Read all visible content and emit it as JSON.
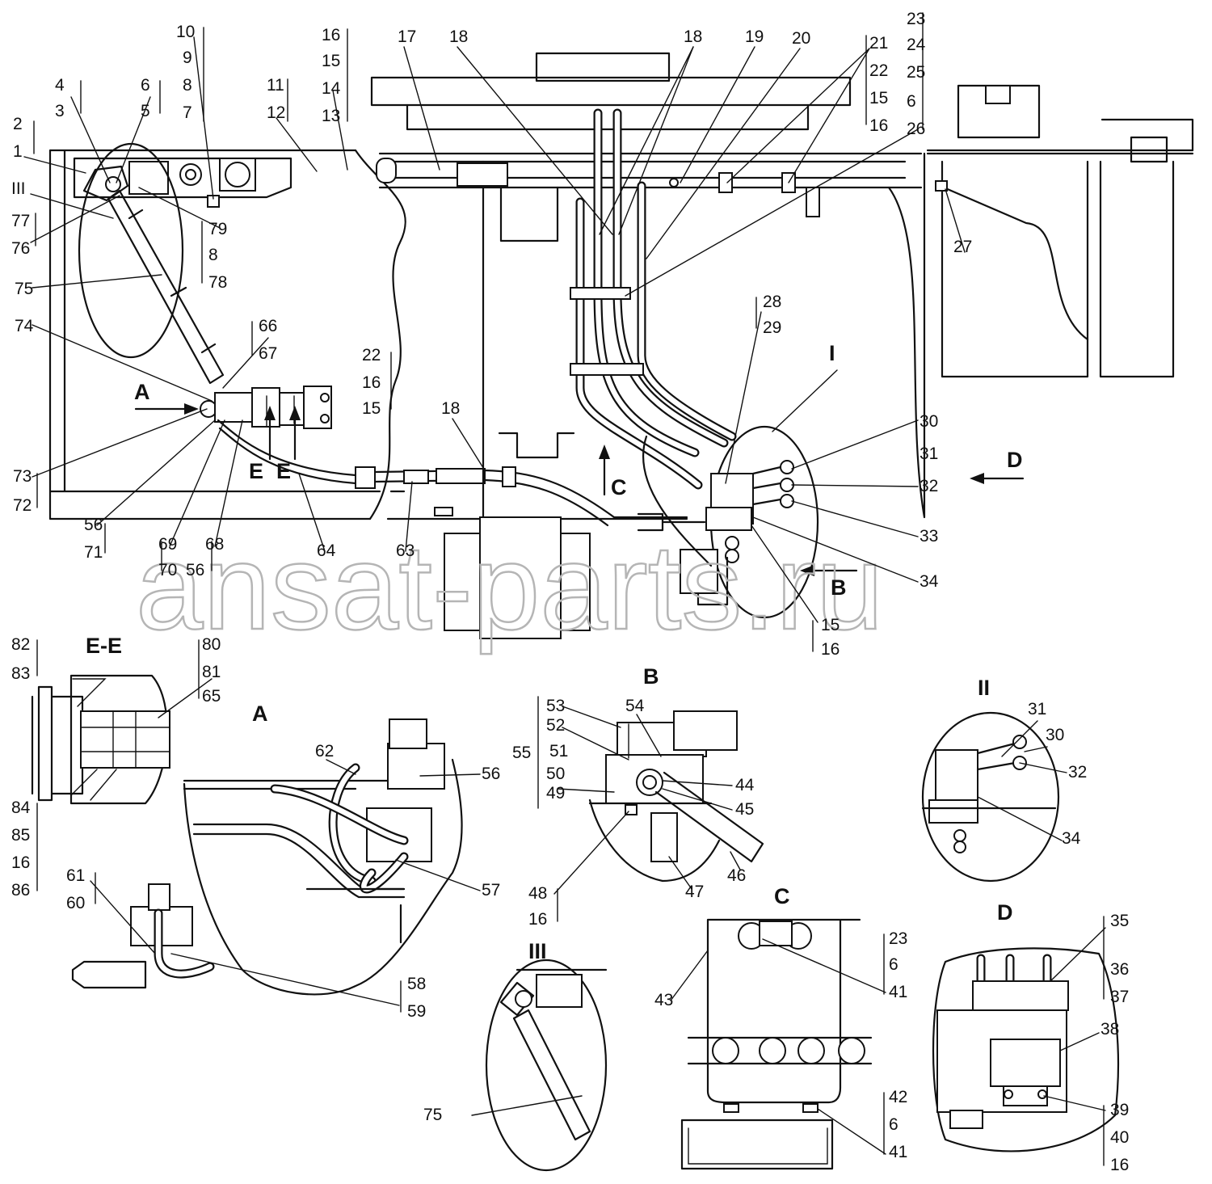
{
  "watermark": "ansat-parts.ru",
  "view_titles": {
    "a": "A",
    "b": "B",
    "c": "C",
    "d": "D",
    "ee": "E-E",
    "i": "I",
    "ii": "II",
    "iii": "III",
    "arrow_a": "A",
    "arrow_b": "B",
    "arrow_c": "C",
    "arrow_d": "D",
    "arrow_e1": "E",
    "arrow_e2": "E"
  },
  "callouts": {
    "main_top": [
      "10",
      "9",
      "8",
      "7",
      "16",
      "15",
      "14",
      "13",
      "11",
      "12",
      "17",
      "18",
      "18",
      "19",
      "20",
      "21",
      "22",
      "15",
      "16",
      "23",
      "24",
      "25",
      "6",
      "26",
      "4",
      "3",
      "6",
      "5",
      "2",
      "1"
    ],
    "main_left": [
      "III",
      "77",
      "76",
      "75",
      "74",
      "79",
      "8",
      "78",
      "66",
      "67",
      "73",
      "72",
      "56",
      "71",
      "69",
      "70",
      "68",
      "56",
      "64",
      "63"
    ],
    "main_center": [
      "22",
      "16",
      "15",
      "18",
      "27",
      "28",
      "29",
      "I",
      "30",
      "31",
      "32",
      "33",
      "34",
      "15",
      "16"
    ],
    "view_ee": [
      "82",
      "83",
      "80",
      "81",
      "65",
      "84",
      "85",
      "16",
      "86"
    ],
    "view_a": [
      "62",
      "56",
      "57",
      "61",
      "60",
      "58",
      "59"
    ],
    "view_b": [
      "53",
      "52",
      "51",
      "55",
      "50",
      "49",
      "54",
      "44",
      "45",
      "46",
      "47",
      "48",
      "16"
    ],
    "view_c": [
      "23",
      "6",
      "41",
      "43",
      "42",
      "6",
      "41"
    ],
    "view_ii": [
      "31",
      "30",
      "32",
      "34"
    ],
    "view_iii": [
      "75"
    ],
    "view_d": [
      "35",
      "36",
      "37",
      "38",
      "39",
      "40",
      "16"
    ]
  }
}
